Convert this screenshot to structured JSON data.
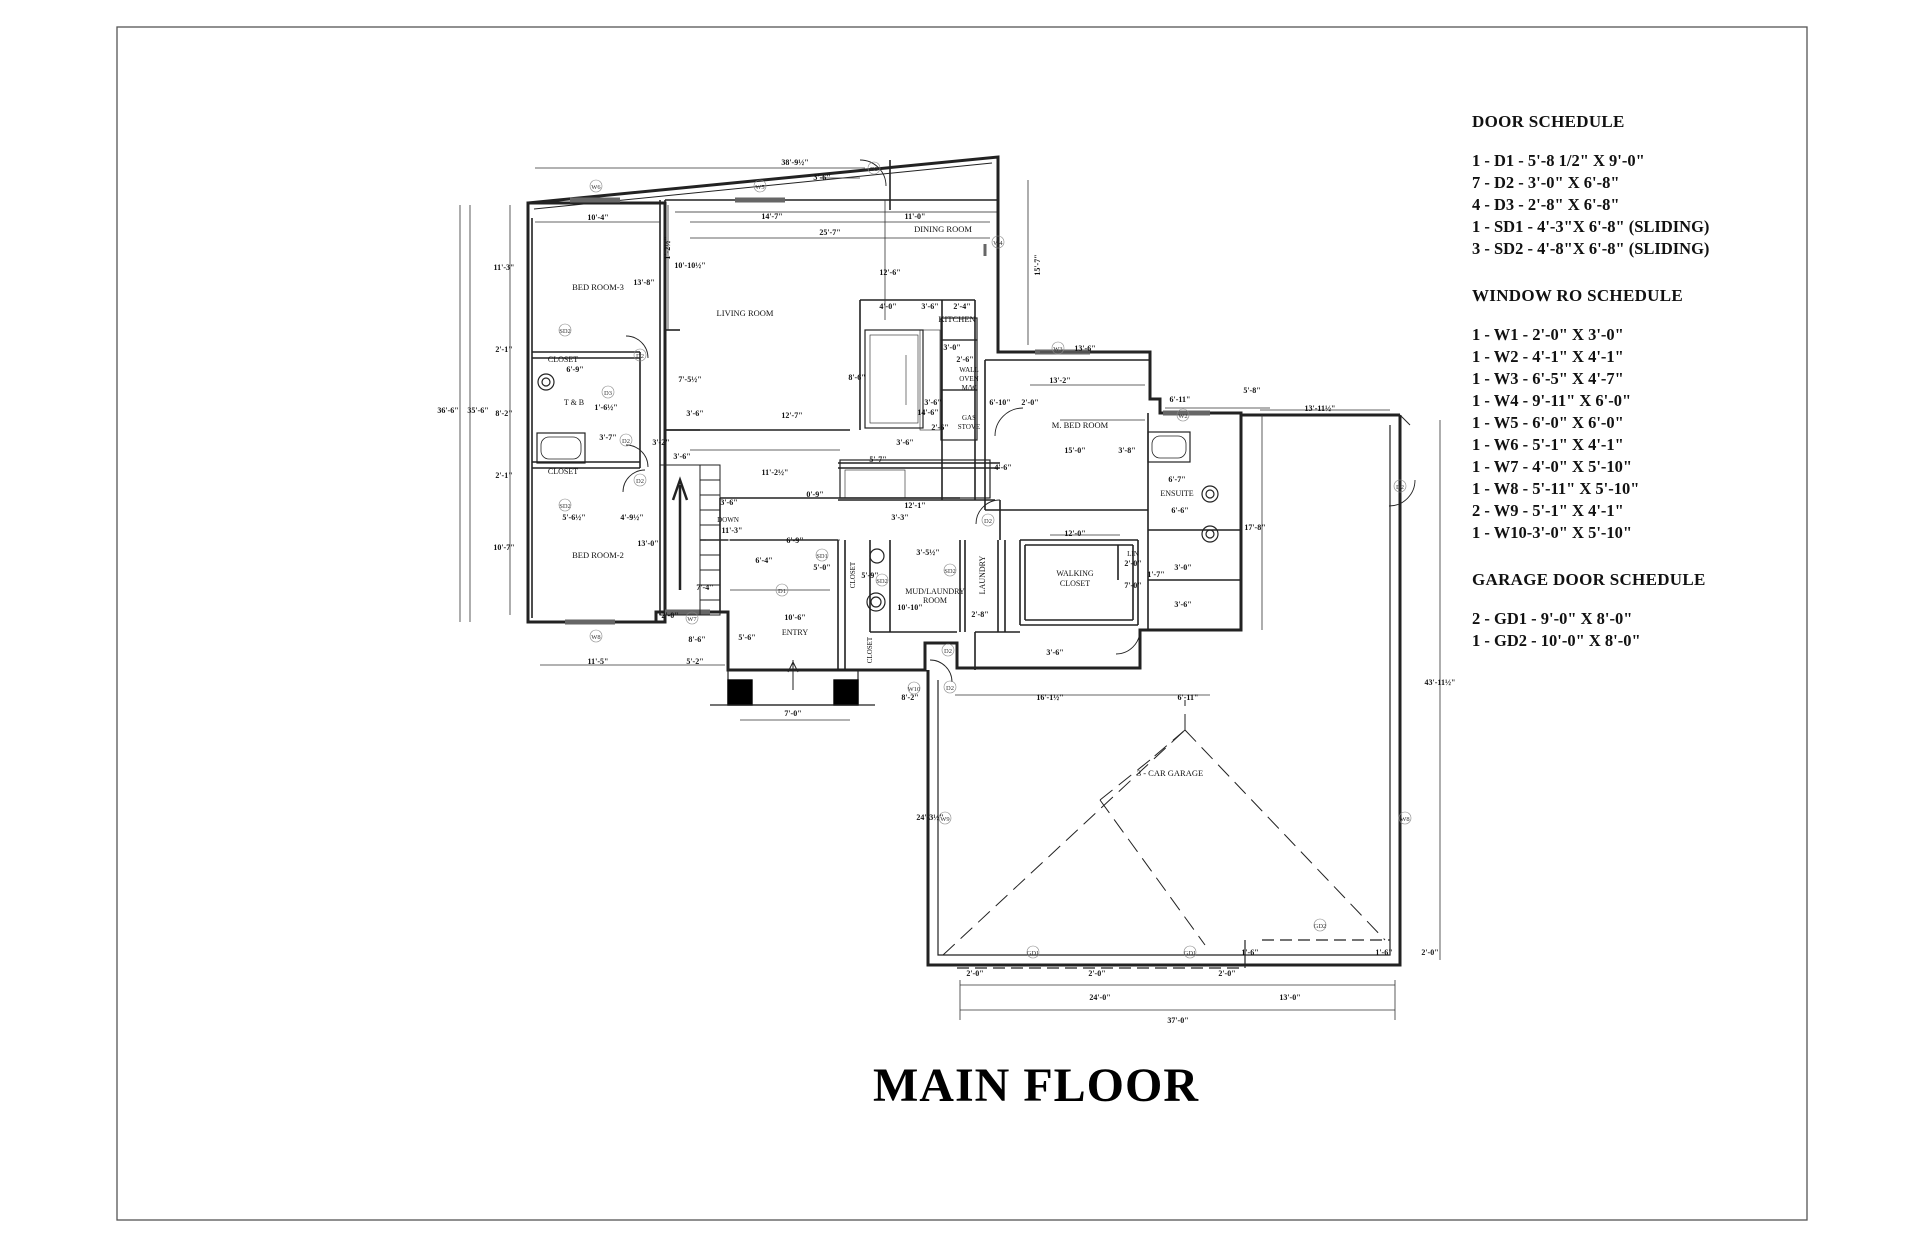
{
  "title": "MAIN FLOOR",
  "schedules": {
    "door": {
      "title": "DOOR SCHEDULE",
      "items": [
        "1 - D1 - 5'-8 1/2\" X 9'-0\"",
        "7 - D2 - 3'-0\" X 6'-8\"",
        "4 - D3 - 2'-8\" X 6'-8\"",
        "1 - SD1 - 4'-3\"X 6'-8\" (SLIDING)",
        "3 - SD2 - 4'-8\"X 6'-8\" (SLIDING)"
      ]
    },
    "window": {
      "title": "WINDOW RO SCHEDULE",
      "items": [
        "1 - W1 - 2'-0\" X 3'-0\"",
        "1 - W2 - 4'-1\" X 4'-1\"",
        "1 - W3 - 6'-5\" X 4'-7\"",
        "1 - W4 - 9'-11\" X 6'-0\"",
        "1 - W5 - 6'-0\" X 6'-0\"",
        "1 - W6 - 5'-1\" X 4'-1\"",
        "1 - W7 - 4'-0\" X 5'-10\"",
        "1 - W8 - 5'-11\" X 5'-10\"",
        "2 - W9 - 5'-1\" X 4'-1\"",
        "1 - W10-3'-0\" X 5'-10\""
      ]
    },
    "garage": {
      "title": "GARAGE DOOR SCHEDULE",
      "items": [
        "2 - GD1 - 9'-0\" X 8'-0\"",
        "1 - GD2 - 10'-0\" X 8'-0\""
      ]
    }
  },
  "rooms": {
    "bed3": "BED ROOM-3",
    "living": "LIVING ROOM",
    "dining": "DINING ROOM",
    "kitchen": "KITCHEN",
    "wall_oven_1": "WALL",
    "wall_oven_2": "OVEN",
    "wall_oven_3": "M/W",
    "gas_stove_1": "GAS",
    "gas_stove_2": "STOVE",
    "master": "M. BED ROOM",
    "ensuite": "ENSUITE",
    "closet1": "CLOSET",
    "closet2": "CLOSET",
    "tb": "T & B",
    "bed2": "BED ROOM-2",
    "down": "DOWN",
    "mud_1": "MUD/LAUNDRY",
    "mud_2": "ROOM",
    "laundry": "LAUNDRY",
    "walking_1": "WALKING",
    "walking_2": "CLOSET",
    "lin": "LIN",
    "entry": "ENTRY",
    "closet_v1": "CLOSET",
    "closet_v2": "CLOSET",
    "garage": "3 - CAR GARAGE"
  },
  "tags": {
    "w1": "W1",
    "w2": "W2",
    "w3": "W3",
    "w4": "W4",
    "w5": "W5",
    "w6": "W6",
    "w7": "W7",
    "w8": "W8",
    "w8b": "W8",
    "w9": "W9",
    "w10": "W10",
    "d1": "D1",
    "d2a": "D2",
    "d2b": "D2",
    "d2c": "D2",
    "d2d": "D2",
    "d2e": "D2",
    "d2f": "D2",
    "d2g": "D2",
    "d3a": "D3",
    "d3b": "D3",
    "sd1": "SD1",
    "sd2a": "SD2",
    "sd2b": "SD2",
    "sd2c": "SD2",
    "gd1a": "GD1",
    "gd1b": "GD1",
    "gd2": "GD2"
  },
  "dims": {
    "top_overall": "38'-9½\"",
    "top_36": "3'-6\"",
    "bed3_w": "10'-4\"",
    "living_w1": "14'-7\"",
    "dining_w": "11'-0\"",
    "living_w2": "25'-7\"",
    "d_12_6": "12'-6\"",
    "d_15_7": "15'-7\"",
    "d_11_3": "11'-3\"",
    "d_13_8": "13'-8\"",
    "d_1_2": "1'-2½\"",
    "d_10_10": "10'-10½\"",
    "d_4_0": "4'-0\"",
    "d_3_6a": "3'-6\"",
    "d_2_4": "2'-4\"",
    "d_3_0a": "3'-0\"",
    "d_2_6": "2'-6\"",
    "d_8_6": "8'-6\"",
    "d_7_5": "7'-5½\"",
    "d_3_6b": "3'-6\"",
    "d_12_7": "12'-7\"",
    "d_14_6": "14'-6\"",
    "d_3_6c": "3'-6\"",
    "d_6_10": "6'-10\"",
    "d_2_0a": "2'-0\"",
    "d_2_6b": "2'-6\"",
    "d_13_6": "13'-6\"",
    "d_13_2": "13'-2\"",
    "d_15_0": "15'-0\"",
    "d_5_8": "5'-8\"",
    "d_6_11a": "6'-11\"",
    "d_13_11": "13'-11½\"",
    "d_3_8": "3'-8\"",
    "d_6_7": "6'-7\"",
    "d_6_6": "6'-6\"",
    "d_17_8": "17'-8\"",
    "d_36_6": "36'-6\"",
    "d_35_6": "35'-6\"",
    "d_2_1a": "2'-1\"",
    "d_6_9": "6'-9\"",
    "d_1_6": "1'-6½\"",
    "d_8_2": "8'-2\"",
    "d_3_7": "3'-7\"",
    "d_2_1b": "2'-1\"",
    "d_3_2": "3'-2\"",
    "d_3_6d": "3'-6\"",
    "d_11_2": "11'-2½\"",
    "d_5_7": "5'-7\"",
    "d_3_6e": "3'-6\"",
    "d_4_6": "4'-6\"",
    "d_0_9": "0'-9\"",
    "d_12_1": "12'-1\"",
    "d_3_6f": "3'-6\"",
    "d_11_3b": "11'-3\"",
    "d_3_3": "3'-3\"",
    "d_5_6a": "5'-6½\"",
    "d_4_9": "4'-9½\"",
    "d_10_7": "10'-7\"",
    "d_13_0": "13'-0\"",
    "d_6_9b": "6'-9\"",
    "d_6_4": "6'-4\"",
    "d_5_0": "5'-0\"",
    "d_5_9": "5'-9\"",
    "d_3_5": "3'-5½\"",
    "d_12_0": "12'-0\"",
    "d_2_0b": "2'-0\"",
    "d_1_7": "1'-7\"",
    "d_7_0a": "7'-0\"",
    "d_3_0b": "3'-0\"",
    "d_3_6g": "3'-6\"",
    "d_7_4": "7'-4\"",
    "d_10_6": "10'-6\"",
    "d_10_10b": "10'-10\"",
    "d_2_8": "2'-8\"",
    "d_2_0c": "2'-0\"",
    "d_8_6b": "8'-6\"",
    "d_5_6b": "5'-6\"",
    "d_3_6h": "3'-6\"",
    "d_11_5": "11'-5\"",
    "d_5_2": "5'-2\"",
    "d_8_2b": "8'-2\"",
    "d_16_1": "16'-1½\"",
    "d_6_11b": "6'-11\"",
    "d_7_0b": "7'-0\"",
    "d_43_11": "43'-11½\"",
    "d_24_3": "24'-3½\"",
    "d_1_6b": "1'-6\"",
    "d_1_6c": "1'-6\"",
    "d_2_0d": "2'-0\"",
    "d_2_0e": "2'-0\"",
    "d_2_0f": "2'-0\"",
    "d_2_0g": "2'-0\"",
    "d_24_0": "24'-0\"",
    "d_13_0b": "13'-0\"",
    "d_37_0": "37'-0\""
  }
}
